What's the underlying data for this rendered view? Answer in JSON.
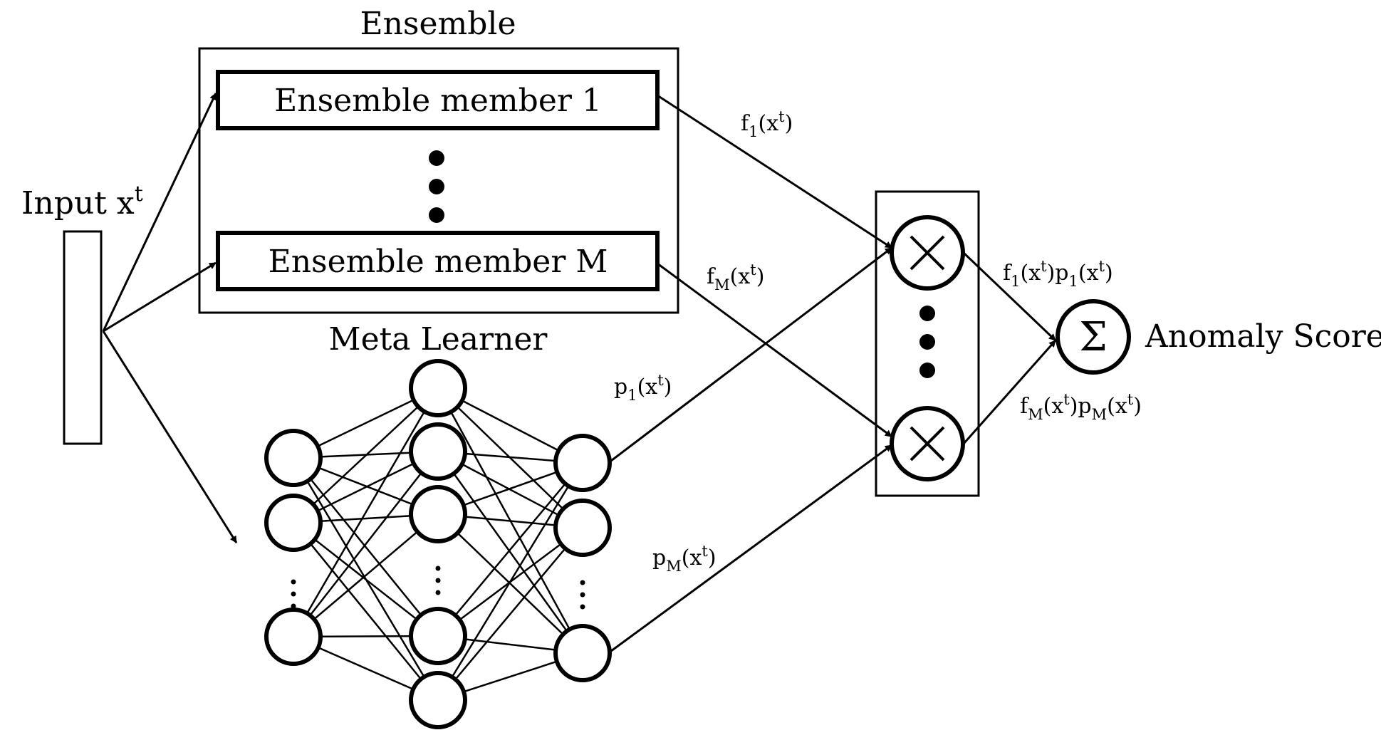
{
  "diagram": {
    "ensemble_title": "Ensemble",
    "input": {
      "text": "Input x",
      "sup": "t"
    },
    "member_first": "Ensemble member 1",
    "member_last": "Ensemble member M",
    "meta_learner_title": "Meta Learner",
    "output_label": "Anomaly Score",
    "sum_symbol": "Σ",
    "edges": {
      "f1": {
        "base": "f",
        "sub": "1",
        "open": "(x",
        "sup": "t",
        "close": ")"
      },
      "fM": {
        "base": "f",
        "sub": "M",
        "open": "(x",
        "sup": "t",
        "close": ")"
      },
      "p1": {
        "base": "p",
        "sub": "1",
        "open": "(x",
        "sup": "t",
        "close": ")"
      },
      "pM": {
        "base": "p",
        "sub": "M",
        "open": "(x",
        "sup": "t",
        "close": ")"
      },
      "f1p1": {
        "b1": "f",
        "s1": "1",
        "o1": "(x",
        "t1": "t",
        "m": ")p",
        "s2": "1",
        "o2": "(x",
        "t2": "t",
        "c": ")"
      },
      "fMpM": {
        "b1": "f",
        "s1": "M",
        "o1": "(x",
        "t1": "t",
        "m": ")p",
        "s2": "M",
        "o2": "(x",
        "t2": "t",
        "c": ")"
      }
    }
  }
}
